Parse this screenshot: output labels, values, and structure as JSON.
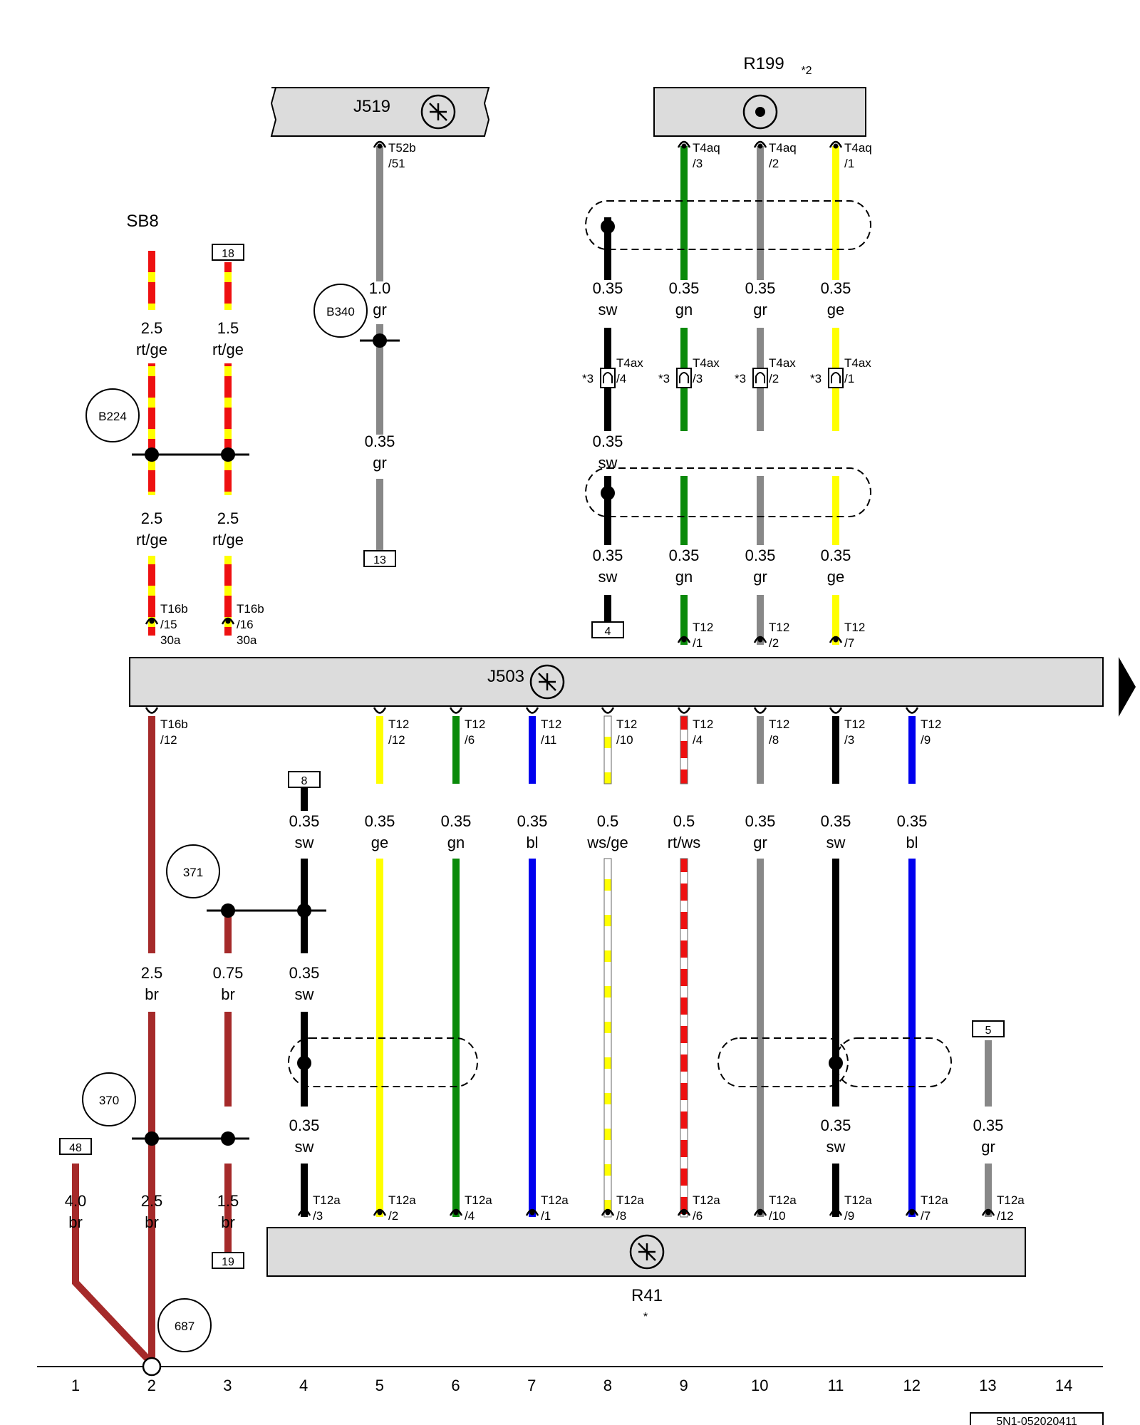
{
  "colors": {
    "rt": "#ee1111",
    "ge": "#ffff00",
    "gr": "#888888",
    "sw": "#000000",
    "gn": "#0a8a0a",
    "bl": "#0000ee",
    "br": "#a52a2a",
    "ws": "#ffffff",
    "box": "#dcdcdc"
  },
  "components": {
    "j519": "J519",
    "r199": "R199",
    "r199_note": "*2",
    "j503": "J503",
    "r41": "R41",
    "r41_note": "*",
    "sb8": "SB8"
  },
  "circles": [
    "B340",
    "B224",
    "371",
    "370",
    "687"
  ],
  "ref_boxes": [
    "18",
    "13",
    "4",
    "8",
    "5",
    "48",
    "19"
  ],
  "wire_labels": [
    [
      "2.5",
      "rt/ge"
    ],
    [
      "1.5",
      "rt/ge"
    ],
    [
      "2.5",
      "rt/ge"
    ],
    [
      "2.5",
      "rt/ge"
    ],
    [
      "1.0",
      "gr"
    ],
    [
      "0.35",
      "gr"
    ],
    [
      "0.35",
      "sw"
    ],
    [
      "0.35",
      "gn"
    ],
    [
      "0.35",
      "gr"
    ],
    [
      "0.35",
      "ge"
    ],
    [
      "0.35",
      "sw"
    ],
    [
      "0.35",
      "sw"
    ],
    [
      "0.35",
      "gn"
    ],
    [
      "0.35",
      "gr"
    ],
    [
      "0.35",
      "ge"
    ],
    [
      "0.35",
      "sw"
    ],
    [
      "0.35",
      "ge"
    ],
    [
      "0.35",
      "gn"
    ],
    [
      "0.35",
      "bl"
    ],
    [
      "0.5",
      "ws/ge"
    ],
    [
      "0.5",
      "rt/ws"
    ],
    [
      "0.35",
      "gr"
    ],
    [
      "0.35",
      "sw"
    ],
    [
      "0.35",
      "bl"
    ],
    [
      "2.5",
      "br"
    ],
    [
      "0.75",
      "br"
    ],
    [
      "0.35",
      "sw"
    ],
    [
      "0.35",
      "sw"
    ],
    [
      "0.35",
      "sw"
    ],
    [
      "0.35",
      "gr"
    ],
    [
      "4.0",
      "br"
    ],
    [
      "2.5",
      "br"
    ],
    [
      "1.5",
      "br"
    ]
  ],
  "connectors": [
    [
      "T52b",
      "/51"
    ],
    [
      "T4aq",
      "/3"
    ],
    [
      "T4aq",
      "/2"
    ],
    [
      "T4aq",
      "/1"
    ],
    [
      "T4ax",
      "/4"
    ],
    [
      "T4ax",
      "/3"
    ],
    [
      "T4ax",
      "/2"
    ],
    [
      "T4ax",
      "/1"
    ],
    [
      "T16b",
      "/15"
    ],
    [
      "T16b",
      "/16"
    ],
    [
      "T12",
      "/1"
    ],
    [
      "T12",
      "/2"
    ],
    [
      "T12",
      "/7"
    ],
    [
      "T16b",
      "/12"
    ],
    [
      "T12",
      "/12"
    ],
    [
      "T12",
      "/6"
    ],
    [
      "T12",
      "/11"
    ],
    [
      "T12",
      "/10"
    ],
    [
      "T12",
      "/4"
    ],
    [
      "T12",
      "/8"
    ],
    [
      "T12",
      "/3"
    ],
    [
      "T12",
      "/9"
    ],
    [
      "T12a",
      "/3"
    ],
    [
      "T12a",
      "/2"
    ],
    [
      "T12a",
      "/4"
    ],
    [
      "T12a",
      "/1"
    ],
    [
      "T12a",
      "/8"
    ],
    [
      "T12a",
      "/6"
    ],
    [
      "T12a",
      "/10"
    ],
    [
      "T12a",
      "/9"
    ],
    [
      "T12a",
      "/7"
    ],
    [
      "T12a",
      "/12"
    ]
  ],
  "terminal_30a": "30a",
  "star3": "*3",
  "track_numbers": [
    "1",
    "2",
    "3",
    "4",
    "5",
    "6",
    "7",
    "8",
    "9",
    "10",
    "11",
    "12",
    "13",
    "14"
  ],
  "drawing_id": "5N1-052020411"
}
